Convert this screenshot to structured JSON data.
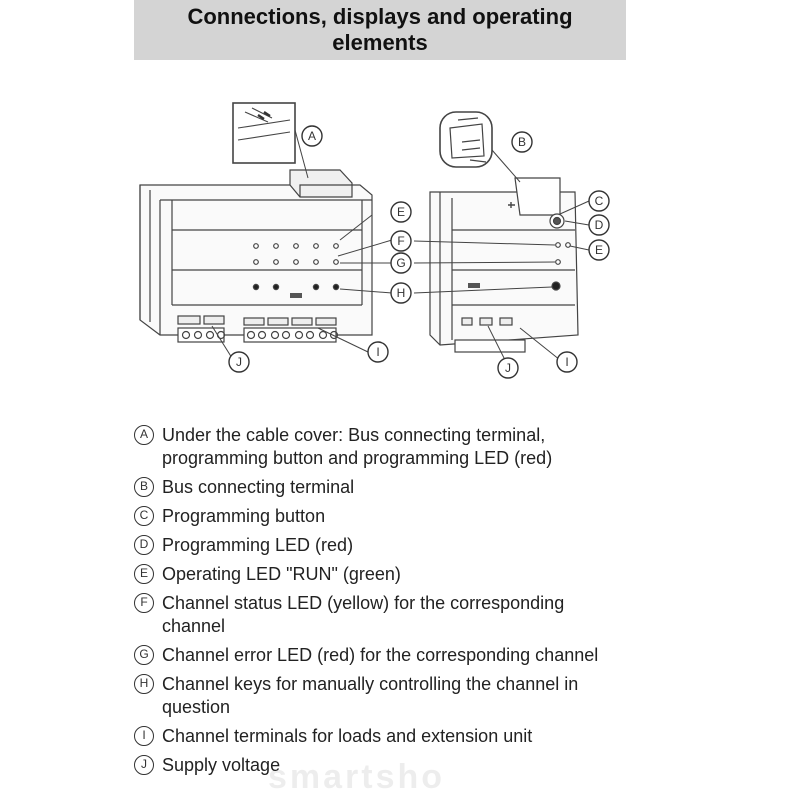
{
  "header": {
    "title": "Connections, displays and operating elements"
  },
  "diagram": {
    "left_callouts": [
      "A",
      "E",
      "F",
      "G",
      "H",
      "I",
      "J"
    ],
    "right_callouts": [
      "B",
      "C",
      "D",
      "E",
      "I",
      "J"
    ]
  },
  "legend": [
    {
      "marker": "A",
      "text": "Under the cable cover: Bus connecting terminal, programming button and programming LED (red)"
    },
    {
      "marker": "B",
      "text": "Bus connecting terminal"
    },
    {
      "marker": "C",
      "text": "Programming button"
    },
    {
      "marker": "D",
      "text": "Programming LED (red)"
    },
    {
      "marker": "E",
      "text": "Operating LED \"RUN\" (green)"
    },
    {
      "marker": "F",
      "text": "Channel status LED (yellow) for the corresponding channel"
    },
    {
      "marker": "G",
      "text": "Channel error LED (red) for the corresponding channel"
    },
    {
      "marker": "H",
      "text": "Channel keys for manually controlling the channel in question"
    },
    {
      "marker": "I",
      "text": "Channel terminals for loads and extension unit"
    },
    {
      "marker": "J",
      "text": "Supply voltage"
    }
  ],
  "watermark": "smartsho"
}
